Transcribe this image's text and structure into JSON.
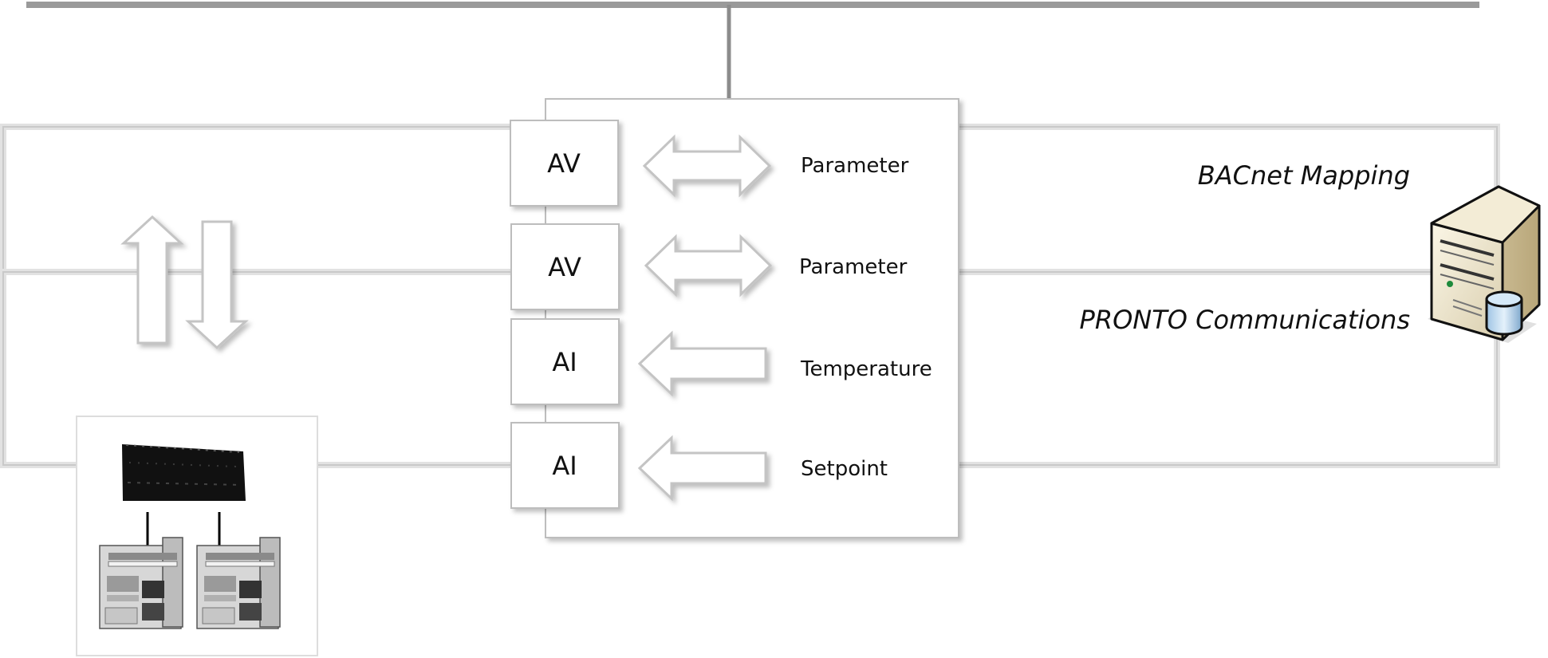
{
  "objects": [
    {
      "code": "AV",
      "direction": "bidirectional",
      "label": "Parameter"
    },
    {
      "code": "AV",
      "direction": "bidirectional",
      "label": "Parameter"
    },
    {
      "code": "AI",
      "direction": "left",
      "label": "Temperature"
    },
    {
      "code": "AI",
      "direction": "left",
      "label": "Setpoint"
    }
  ],
  "bands": {
    "upper": "BACnet Mapping",
    "lower": "PRONTO Communications"
  },
  "icons": {
    "server": "server-database-icon",
    "controllers": "plc-controller-icon",
    "exchange": "up-down-exchange-arrows-icon"
  },
  "colors": {
    "bus_line": "#9a9a9a",
    "band_border": "#cfcfcf",
    "box_border": "#bdbdbd",
    "arrow_stroke": "#c4c4c4"
  }
}
